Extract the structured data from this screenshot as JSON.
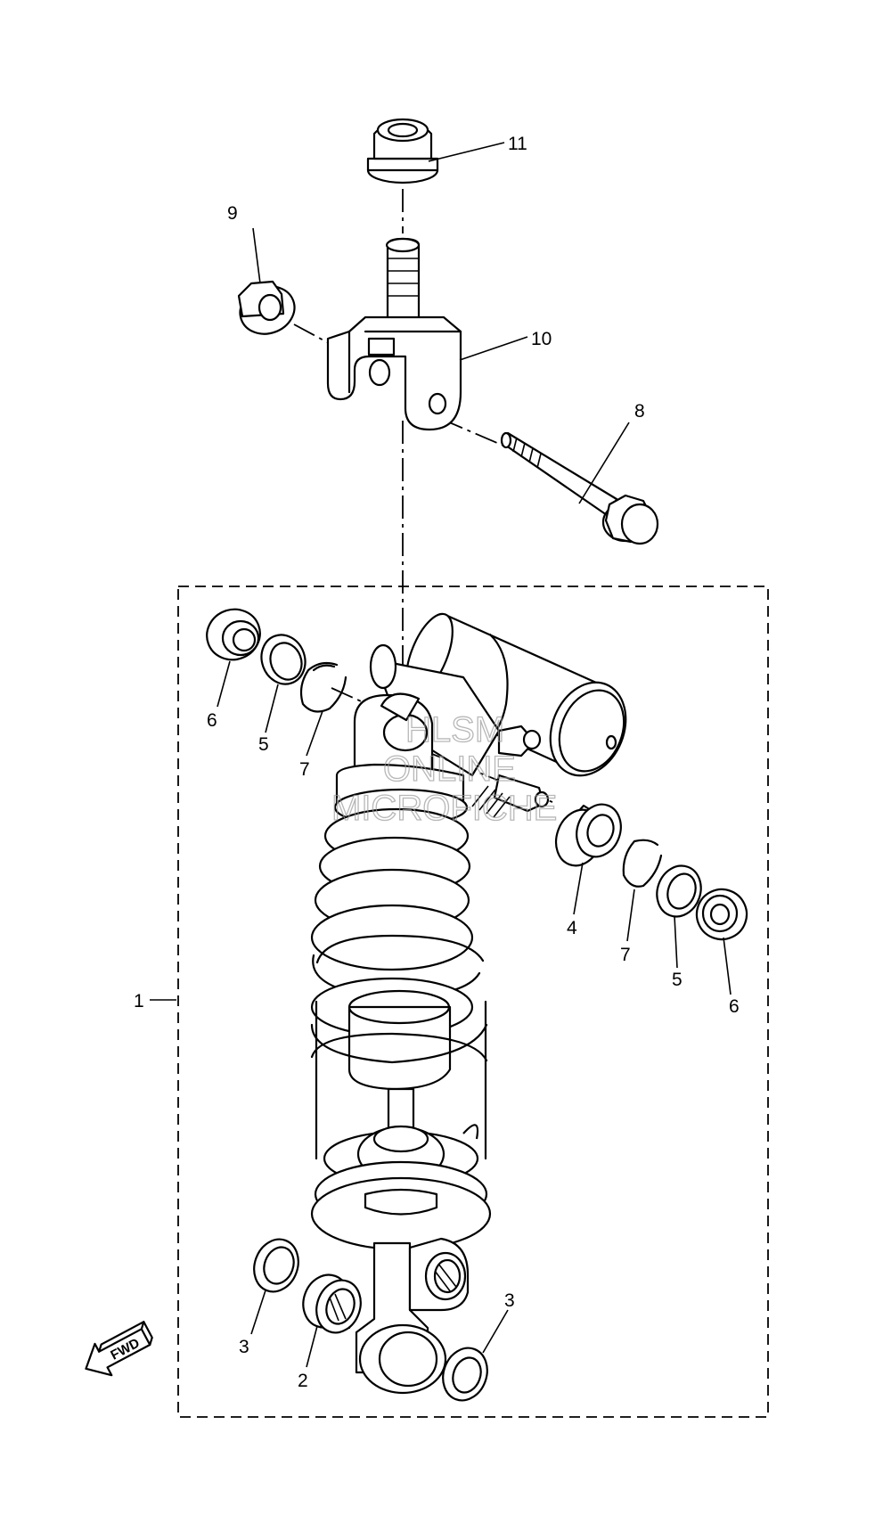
{
  "callouts": [
    {
      "id": "c1",
      "label": "1"
    },
    {
      "id": "c2",
      "label": "2"
    },
    {
      "id": "c3a",
      "label": "3"
    },
    {
      "id": "c3b",
      "label": "3"
    },
    {
      "id": "c4",
      "label": "4"
    },
    {
      "id": "c5a",
      "label": "5"
    },
    {
      "id": "c5b",
      "label": "5"
    },
    {
      "id": "c6a",
      "label": "6"
    },
    {
      "id": "c6b",
      "label": "6"
    },
    {
      "id": "c7a",
      "label": "7"
    },
    {
      "id": "c7b",
      "label": "7"
    },
    {
      "id": "c8",
      "label": "8"
    },
    {
      "id": "c9",
      "label": "9"
    },
    {
      "id": "c10",
      "label": "10"
    },
    {
      "id": "c11",
      "label": "11"
    }
  ],
  "watermark": {
    "line1": "HLSM",
    "line2": "ONLINE",
    "line3": "MICROFICHE"
  },
  "direction_badge": {
    "label": "FWD"
  }
}
